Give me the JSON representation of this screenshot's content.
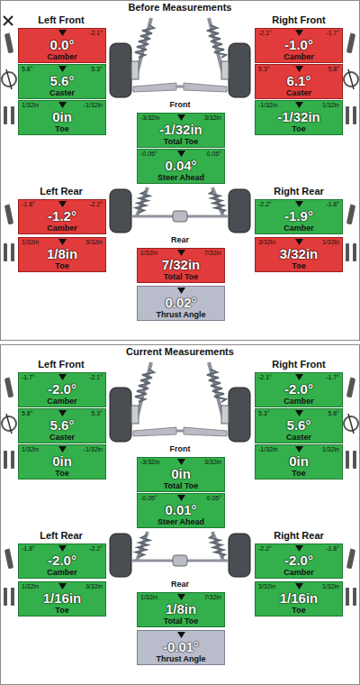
{
  "diagram": {
    "nodes": [
      {
        "text": [
          "Before Measurements"
        ]
      },
      {
        "text": [
          "-2.1°",
          "0.0°",
          "Camber"
        ],
        "in": 0
      },
      {
        "text": [
          "5.8°",
          "5.3°",
          "5.6°",
          "Caster"
        ],
        "in": 0
      },
      {
        "text": [
          "1/32in",
          "-1/32in",
          "0in",
          "Toe"
        ],
        "in": 0
      },
      {
        "text": [
          "-2.1°",
          "-1.7°",
          "-1.0°",
          "Camber"
        ],
        "in": 0
      },
      {
        "text": [
          "5.3°",
          "5.8°",
          "6.1°",
          "Caster"
        ],
        "in": 0
      },
      {
        "text": [
          "-1/32in",
          "1/32in",
          "-1/32in",
          "Toe"
        ],
        "in": 0
      },
      {
        "text": [
          "-3/32in",
          "3/32in",
          "-1/32in",
          "Total Toe"
        ],
        "in": 0
      },
      {
        "text": [
          "-0.05°",
          "0.05°",
          "0.04°",
          "Steer Ahead"
        ],
        "in": 0
      },
      {
        "text": [
          "-1.8°",
          "-2.2°",
          "-1.2°",
          "Camber"
        ],
        "in": 0
      },
      {
        "text": [
          "1/32in",
          "3/32in",
          "1/8in",
          "Toe"
        ],
        "in": 0
      },
      {
        "text": [
          "-2.2°",
          "-1.8°",
          "-1.9°",
          "Camber"
        ],
        "in": 0
      },
      {
        "text": [
          "3/32in",
          "1/32in",
          "3/32in",
          "Toe"
        ],
        "in": 0
      },
      {
        "text": [
          "1/32in",
          "7/32in",
          "7/32in",
          "Total Toe"
        ],
        "in": 0
      },
      {
        "text": [
          "0.02°",
          "Thrust Angle"
        ],
        "in": 0
      },
      {
        "text": [
          "Current Measurements"
        ]
      },
      {
        "text": [
          "-1.7°",
          "-2.1°",
          "-2.0°",
          "Camber"
        ],
        "in": 15
      },
      {
        "text": [
          "5.8°",
          "5.3°",
          "5.6°",
          "Caster"
        ],
        "in": 15
      },
      {
        "text": [
          "1/32in",
          "-1/32in",
          "0in",
          "Toe"
        ],
        "in": 15
      },
      {
        "text": [
          "-2.1°",
          "-1.7°",
          "-2.0°",
          "Camber"
        ],
        "in": 15
      },
      {
        "text": [
          "5.3°",
          "5.8°",
          "5.6°",
          "Caster"
        ],
        "in": 15
      },
      {
        "text": [
          "-1/32in",
          "1/32in",
          "0in",
          "Toe"
        ],
        "in": 15
      },
      {
        "text": [
          "-3/32in",
          "3/32in",
          "0in",
          "Total Toe"
        ],
        "in": 15
      },
      {
        "text": [
          "-0.05°",
          "0.05°",
          "0.01°",
          "Steer Ahead"
        ],
        "in": 15
      },
      {
        "text": [
          "-1.8°",
          "-2.2°",
          "-2.0°",
          "Camber"
        ],
        "in": 15
      },
      {
        "text": [
          "1/32in",
          "3/32in",
          "1/16in",
          "Toe"
        ],
        "in": 15
      },
      {
        "text": [
          "-2.2°",
          "-1.8°",
          "-2.0°",
          "Camber"
        ],
        "in": 15
      },
      {
        "text": [
          "3/32in",
          "1/32in",
          "1/16in",
          "Toe"
        ],
        "in": 15
      },
      {
        "text": [
          "1/32in",
          "7/32in",
          "1/8in",
          "Total Toe"
        ],
        "in": 15
      },
      {
        "text": [
          "-0.01°",
          "Thrust Angle"
        ],
        "in": 15
      }
    ],
    "labels": [
      "Left Front",
      "Right Front",
      "Front",
      "Left Rear",
      "Right Rear",
      "Rear",
      "Left Front",
      "Right Front",
      "Front",
      "Left Rear",
      "Right Rear",
      "Rear"
    ]
  }
}
